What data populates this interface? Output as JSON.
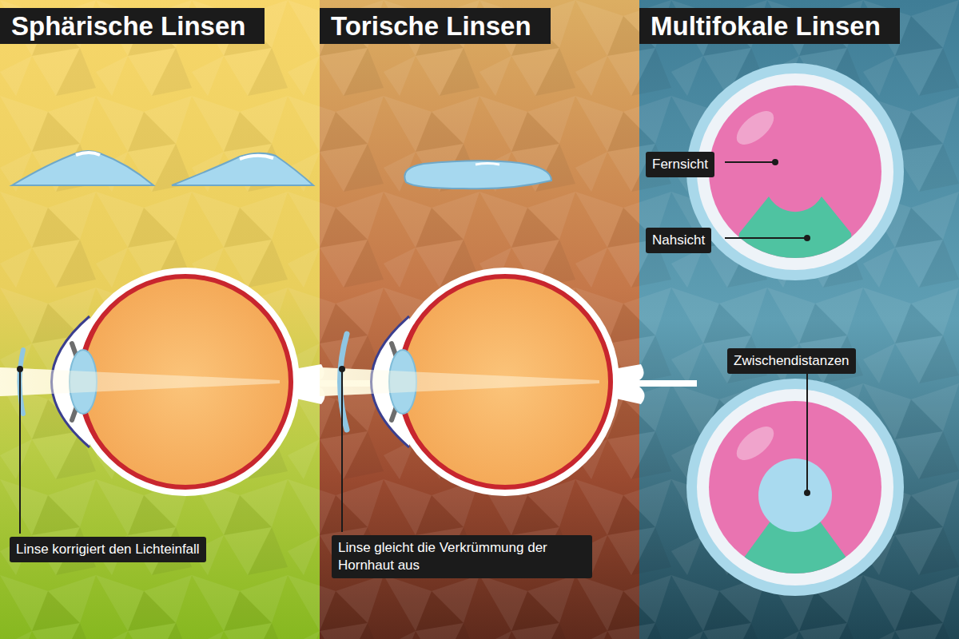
{
  "diagram": {
    "nodes": [
      {
        "text": [
          "Sphärische Linsen"
        ]
      },
      {
        "text": [
          "Linse korrigiert den Lichteinfall"
        ],
        "in": 0
      },
      {
        "text": [
          "Torische Linsen"
        ]
      },
      {
        "text": [
          "Linse gleicht die Verkrümmung der Hornhaut aus"
        ],
        "in": 2
      },
      {
        "text": [
          "Multifokale Linsen"
        ]
      },
      {
        "text": [
          "Fernsicht"
        ],
        "in": 4
      },
      {
        "text": [
          "Nahsicht"
        ],
        "in": 4
      },
      {
        "text": [
          "Zwischendistanzen"
        ],
        "in": 4
      }
    ]
  }
}
